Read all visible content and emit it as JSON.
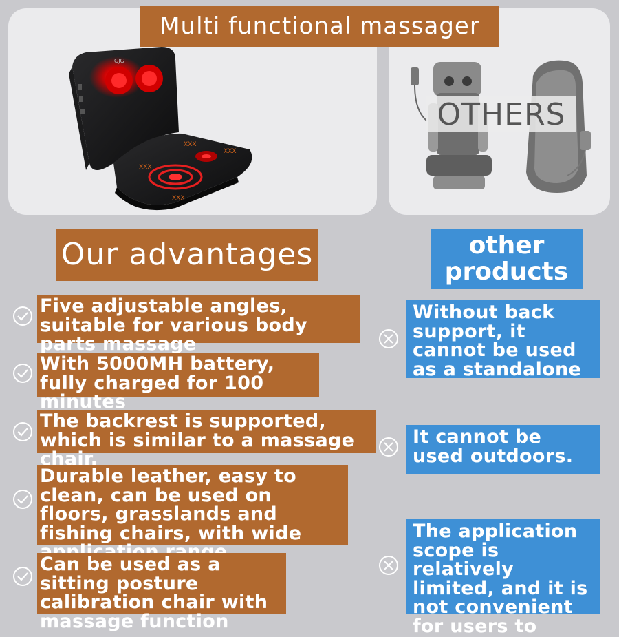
{
  "title": "Multi functional massager",
  "top": {
    "product_logo": "GJG",
    "others_label": "OTHERS"
  },
  "advantages": {
    "heading": "Our advantages",
    "items": [
      "Five adjustable angles, suitable for various body parts massage",
      "With 5000MH battery, fully charged for 100 minutes",
      "The backrest is supported, which is similar to a massage chair.",
      "Durable leather, easy to clean, can be used on floors, grasslands and fishing chairs, with wide application range",
      "Can be used as a sitting posture calibration chair with massage function"
    ]
  },
  "other_products": {
    "heading": "other products",
    "items": [
      "Without back support, it cannot be used as a standalone",
      "It cannot be used outdoors.",
      "The application scope is relatively limited, and it is not convenient for users to"
    ]
  },
  "colors": {
    "brown": "#b1692f",
    "blue": "#3e90d6",
    "background": "#c9c9cd",
    "panel": "#ebebed"
  },
  "icons": {
    "advantage_marker": "check-circle-icon",
    "other_marker": "cross-circle-icon"
  }
}
